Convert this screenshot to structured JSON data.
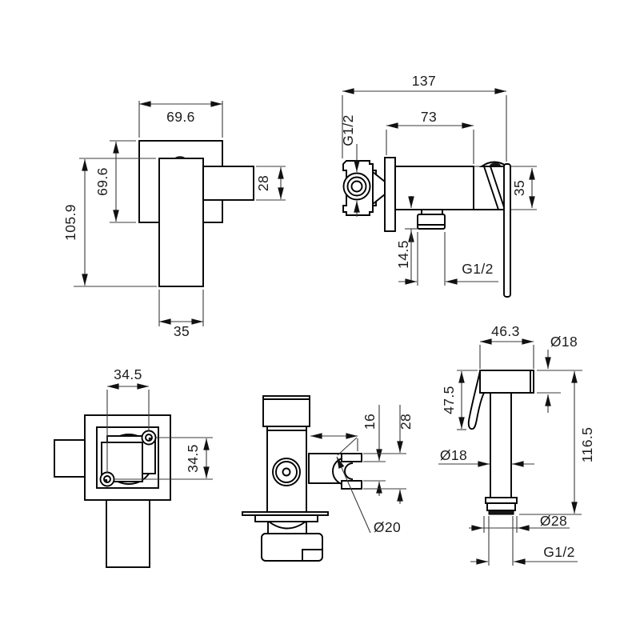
{
  "meta": {
    "background": "#ffffff",
    "object_line_color": "#000000",
    "dimension_line_color": "#3a3a3a",
    "text_color": "#1c1c1c",
    "units": "mm"
  },
  "views": {
    "front": {
      "dims": {
        "plate_width": "69.6",
        "plate_height": "69.6",
        "total_height": "105.9",
        "spout_height": "28",
        "body_width": "35"
      }
    },
    "side": {
      "dims": {
        "total_depth": "137",
        "projection": "73",
        "inlet_thread": "G1/2",
        "body_height": "35",
        "outlet_drop": "14.5",
        "outlet_thread": "G1/2"
      }
    },
    "back": {
      "dims": {
        "screw_spacing_h": "34.5",
        "screw_spacing_v": "34.5"
      }
    },
    "holder": {
      "dims": {
        "jaw_gap": "16",
        "hook_height": "28",
        "hook_diameter": "Ø20"
      }
    },
    "sprayer": {
      "dims": {
        "head_length": "46.3",
        "head_diameter": "Ø18",
        "head_drop": "47.5",
        "tube_length": "116.5",
        "tube_diameter": "Ø18",
        "connector_thread": "G1/2",
        "connector_diameter": "Ø28"
      }
    }
  }
}
